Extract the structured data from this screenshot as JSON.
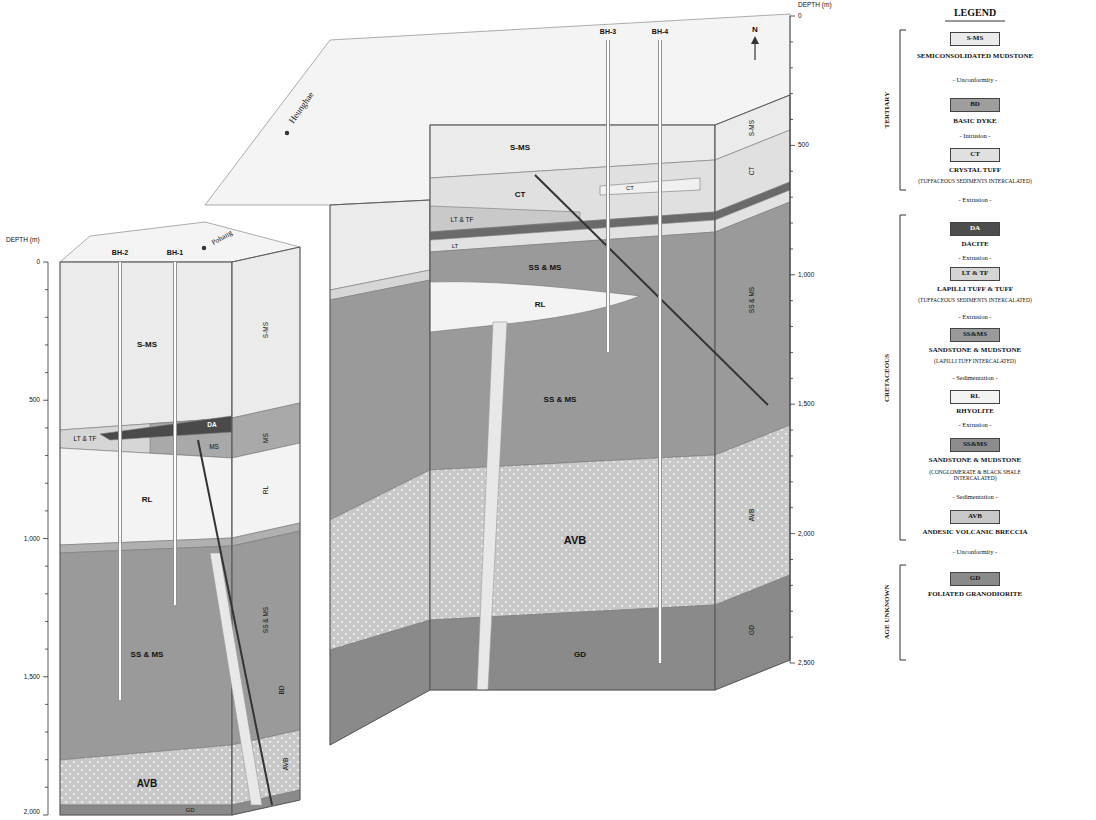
{
  "diagram": {
    "labels": [
      "Heunghae",
      "Pohang",
      "DEPTH (m)",
      "0",
      "500",
      "1,000",
      "1,500",
      "2,000",
      "BH-2",
      "BH-1",
      "DEPTH (m)",
      "0",
      "500",
      "1,000",
      "1,500",
      "2,000",
      "2,500",
      "BH-3",
      "BH-4",
      "N",
      "S-MS",
      "LT & TF",
      "DA",
      "MS",
      "RL",
      "SS & MS",
      "AVB",
      "GD",
      "S-MS",
      "MS",
      "RL",
      "SS & MS",
      "BD",
      "AVB",
      "S-MS",
      "CT",
      "LT & TF",
      "CT",
      "LT",
      "SS & MS",
      "RL",
      "SS & MS",
      "AVB",
      "GD",
      "S-MS",
      "CT",
      "SS & MS",
      "AVB",
      "GD",
      "LEGEND",
      "TERTIARY",
      "CRETACEOUS",
      "AGE UNKNOWN",
      "S-MS",
      "- Unconformity -",
      "BD",
      "- Intrusion -",
      "CT",
      "(TUFFACEOUS SEDIMENTS INTERCALATED)",
      "- Extrusion -",
      "DA",
      "- Extrusion -",
      "LT & TF",
      "(TUFFACEOUS SEDIMENTS INTERCALATED)",
      "- Extrusion -",
      "SS&MS",
      "(LAPILLI TUFF INTERCALATED)",
      "- Sedimentation -",
      "RL",
      "- Extrusion -",
      "SS&MS",
      "(CONGLOMERATE & BLACK SHALE INTERCALATED)",
      "- Sedimentation -",
      "AVB",
      "- Unconformity -",
      "GD"
    ],
    "legend": [
      {
        "text": "SEMICONSOLIDATED MUDSTONE",
        "color": "#ebebeb"
      },
      {
        "text": "BASIC DYKE",
        "color": "#9e9e9e"
      },
      {
        "text": "CRYSTAL TUFF",
        "color": "#e0e0e0"
      },
      {
        "text": "DACITE",
        "color": "#4d4d4d"
      },
      {
        "text": "LAPILLI TUFF & TUFF",
        "color": "#d4d4d4"
      },
      {
        "text": "SANDSTONE & MUDSTONE",
        "color": "#9a9a9a"
      },
      {
        "text": "RHYOLITE",
        "color": "#f3f3f3"
      },
      {
        "text": "SANDSTONE & MUDSTONE",
        "color": "#8c8c8c"
      },
      {
        "text": "ANDESIC VOLCANIC BRECCIA",
        "color": "#c8c8c8"
      },
      {
        "text": "FOLIATED GRANODIORITE",
        "color": "#8a8a8a"
      }
    ]
  }
}
